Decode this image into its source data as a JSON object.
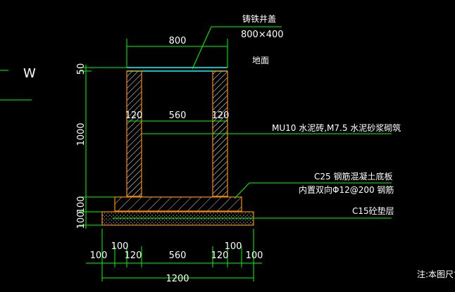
{
  "labels": {
    "cover_title": "铸铁井盖",
    "cover_size": "800×400",
    "ground": "地面",
    "wall_spec": "MU10 水泥砖,M7.5 水泥砂浆砌筑",
    "slab_spec": "C25 钢筋混凝土底板",
    "slab_rebar": "内置双向Φ12@200 钢筋",
    "cushion_spec": "C15砼垫层",
    "note": "注:本图尺寸",
    "north_letter": "W"
  },
  "dimensions": {
    "top_width": "800",
    "inner_wall_left": "120",
    "inner_clear": "560",
    "inner_wall_right": "120",
    "v_cover": "50",
    "v_wall": "1000",
    "v_slab": "100",
    "v_cushion": "100",
    "b_100_left": "100",
    "b_100_left_upper": "100",
    "b_120_left": "120",
    "b_560": "560",
    "b_120_right": "120",
    "b_100_right_upper": "100",
    "b_100_right": "100",
    "b_total": "1200"
  },
  "colors": {
    "background": "#000000",
    "wall_outline": "#ff8c00",
    "hatch": "#ffffff",
    "cover_line": "#00ffff",
    "dim_line": "#00ff00",
    "leader": "#00ff00",
    "slab_outline": "#ff8c00",
    "cushion_outline": "#ff8c00",
    "text": "#ffffff"
  }
}
